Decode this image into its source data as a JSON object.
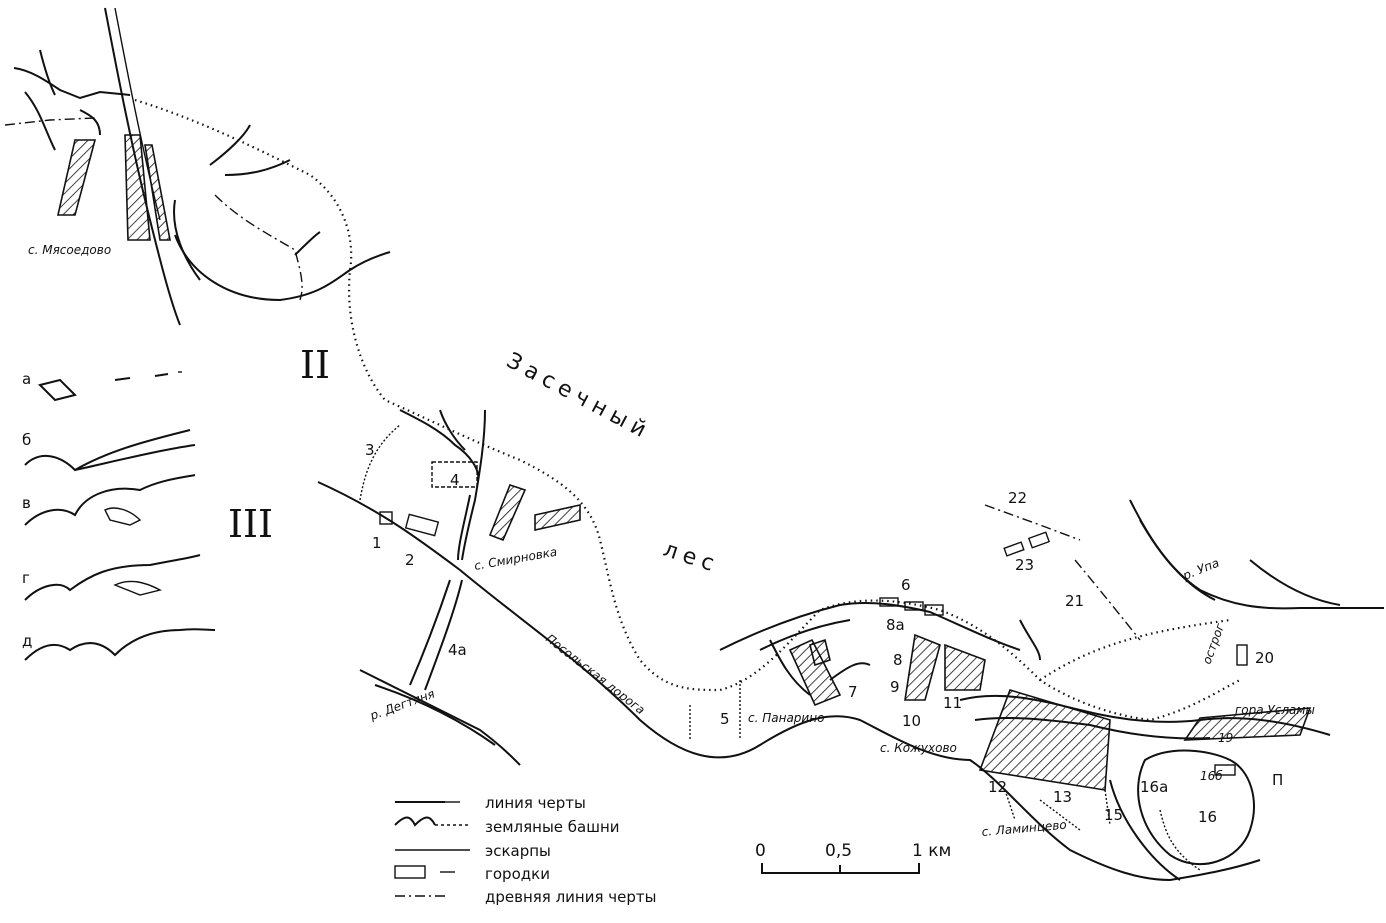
{
  "map": {
    "roman_numerals": {
      "ii": "II",
      "iii": "III"
    },
    "area_label_1": "Засечный",
    "area_label_2": "лес",
    "road_label": "Посольская дорога",
    "settlements": {
      "myasoedovo": "с. Мясоедово",
      "smirnovka": "с. Смирновка",
      "panarino": "с. Панарино",
      "kozhuhovo": "с. Кожухово",
      "lamintsevo": "с. Ламинцево",
      "gora_uslamy": "гора Усламы"
    },
    "rivers": {
      "degtyanaya": "р. Дегтяня",
      "upa": "р. Упа"
    },
    "other": {
      "ostrog": "острог",
      "p": "П"
    },
    "numbers": [
      "1",
      "2",
      "3",
      "4",
      "4а",
      "5",
      "6",
      "7",
      "8",
      "8а",
      "9",
      "10",
      "11",
      "12",
      "13",
      "15",
      "16",
      "16а",
      "16б",
      "19",
      "20",
      "21",
      "22",
      "23"
    ],
    "inset_letters": [
      "а",
      "б",
      "в",
      "г",
      "д"
    ],
    "legend": [
      {
        "label": "линия черты",
        "icon": "line-with-towers-icon"
      },
      {
        "label": "земляные башни",
        "icon": "earth-tower-icon"
      },
      {
        "label": "эскарпы",
        "icon": "escarp-icon"
      },
      {
        "label": "городки",
        "icon": "fort-icon"
      },
      {
        "label": "древняя линия черты",
        "icon": "ancient-line-icon"
      }
    ],
    "scale": {
      "ticks": [
        "0",
        "0,5",
        "1 км"
      ]
    }
  }
}
